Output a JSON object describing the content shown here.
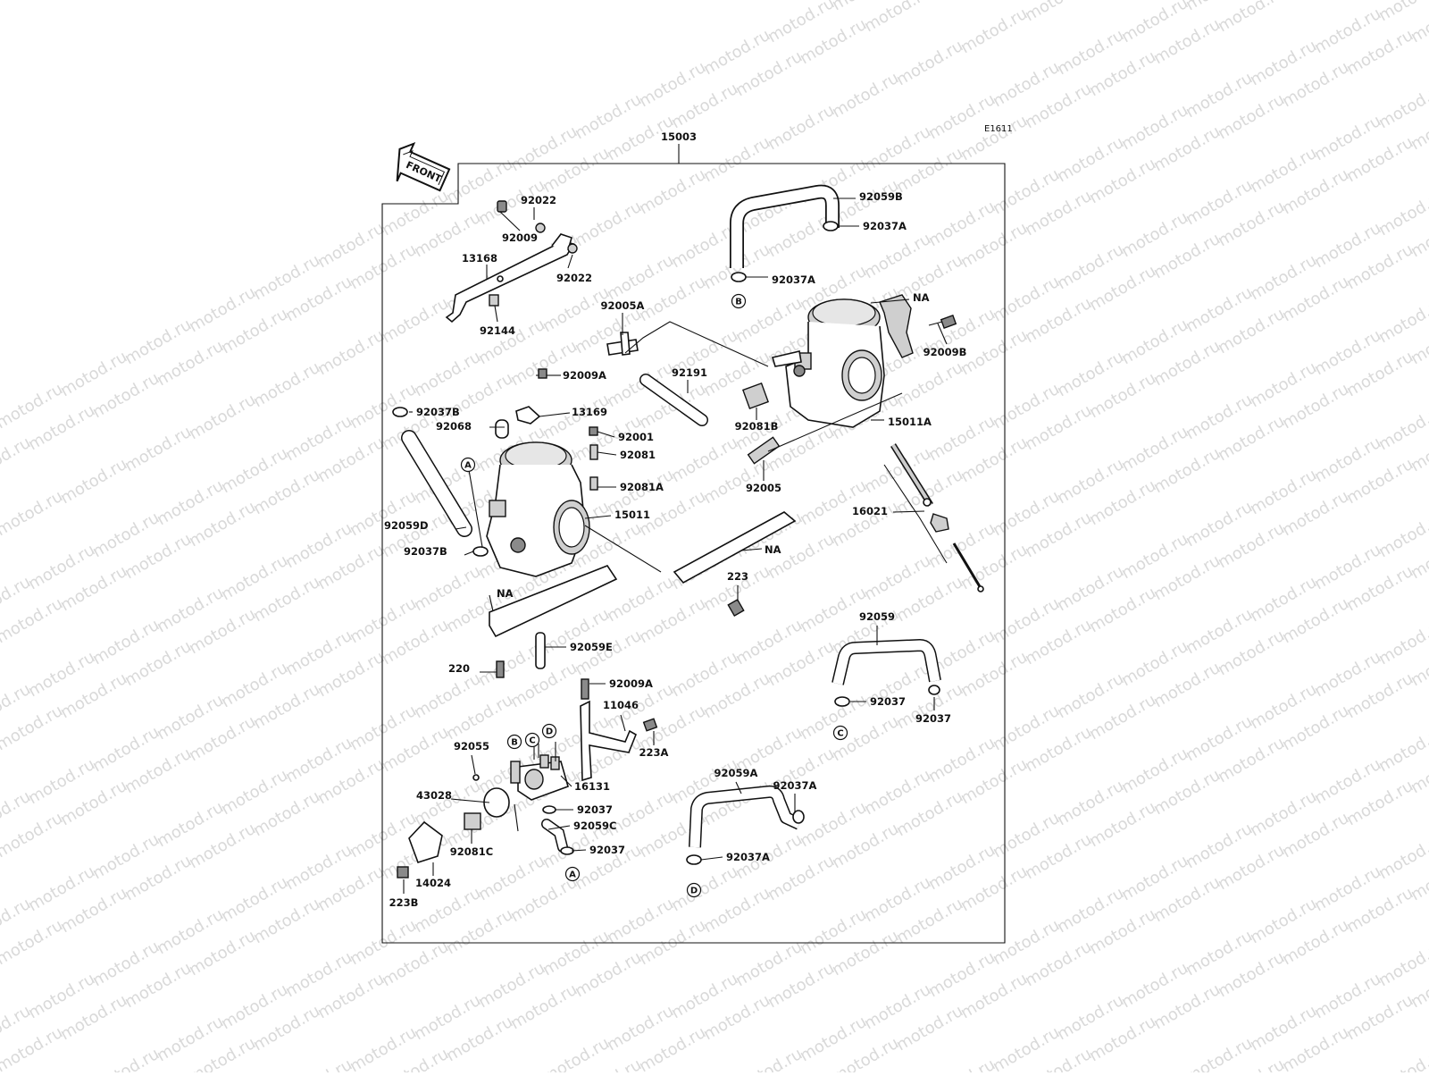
{
  "watermark": "motod.ru",
  "diagram_code": "E1611",
  "front_label": "FRONT",
  "assembly_number": "15003",
  "part_labels": [
    {
      "id": "92022a",
      "text": "92022"
    },
    {
      "id": "92009",
      "text": "92009"
    },
    {
      "id": "13168",
      "text": "13168"
    },
    {
      "id": "92022b",
      "text": "92022"
    },
    {
      "id": "92144",
      "text": "92144"
    },
    {
      "id": "92059B",
      "text": "92059B"
    },
    {
      "id": "92037A-1",
      "text": "92037A"
    },
    {
      "id": "92037A-2",
      "text": "92037A"
    },
    {
      "id": "NA-1",
      "text": "NA"
    },
    {
      "id": "92009B",
      "text": "92009B"
    },
    {
      "id": "92005A",
      "text": "92005A"
    },
    {
      "id": "92009A-1",
      "text": "92009A"
    },
    {
      "id": "92191",
      "text": "92191"
    },
    {
      "id": "92037B-1",
      "text": "92037B"
    },
    {
      "id": "13169",
      "text": "13169"
    },
    {
      "id": "92068",
      "text": "92068"
    },
    {
      "id": "92081B",
      "text": "92081B"
    },
    {
      "id": "15011A",
      "text": "15011A"
    },
    {
      "id": "92001",
      "text": "92001"
    },
    {
      "id": "92081",
      "text": "92081"
    },
    {
      "id": "92081A",
      "text": "92081A"
    },
    {
      "id": "92005",
      "text": "92005"
    },
    {
      "id": "16021",
      "text": "16021"
    },
    {
      "id": "15011",
      "text": "15011"
    },
    {
      "id": "92059D",
      "text": "92059D"
    },
    {
      "id": "92037B-2",
      "text": "92037B"
    },
    {
      "id": "NA-2",
      "text": "NA"
    },
    {
      "id": "223",
      "text": "223"
    },
    {
      "id": "NA-3",
      "text": "NA"
    },
    {
      "id": "92059",
      "text": "92059"
    },
    {
      "id": "92059E",
      "text": "92059E"
    },
    {
      "id": "220",
      "text": "220"
    },
    {
      "id": "92009A-2",
      "text": "92009A"
    },
    {
      "id": "11046",
      "text": "11046"
    },
    {
      "id": "92037-1",
      "text": "92037"
    },
    {
      "id": "92037-2",
      "text": "92037"
    },
    {
      "id": "223A",
      "text": "223A"
    },
    {
      "id": "92055",
      "text": "92055"
    },
    {
      "id": "16131",
      "text": "16131"
    },
    {
      "id": "92059A",
      "text": "92059A"
    },
    {
      "id": "92037A-3",
      "text": "92037A"
    },
    {
      "id": "43028",
      "text": "43028"
    },
    {
      "id": "92037-3",
      "text": "92037"
    },
    {
      "id": "92059C",
      "text": "92059C"
    },
    {
      "id": "92081C",
      "text": "92081C"
    },
    {
      "id": "92037-4",
      "text": "92037"
    },
    {
      "id": "92037A-4",
      "text": "92037A"
    },
    {
      "id": "14024",
      "text": "14024"
    },
    {
      "id": "223B",
      "text": "223B"
    }
  ],
  "callouts": [
    {
      "id": "B-top",
      "text": "B"
    },
    {
      "id": "A-left",
      "text": "A"
    },
    {
      "id": "C-right",
      "text": "C"
    },
    {
      "id": "B-bottom",
      "text": "B"
    },
    {
      "id": "C-bottom",
      "text": "C"
    },
    {
      "id": "D-bottom",
      "text": "D"
    },
    {
      "id": "A-bottom",
      "text": "A"
    },
    {
      "id": "D-right",
      "text": "D"
    }
  ]
}
